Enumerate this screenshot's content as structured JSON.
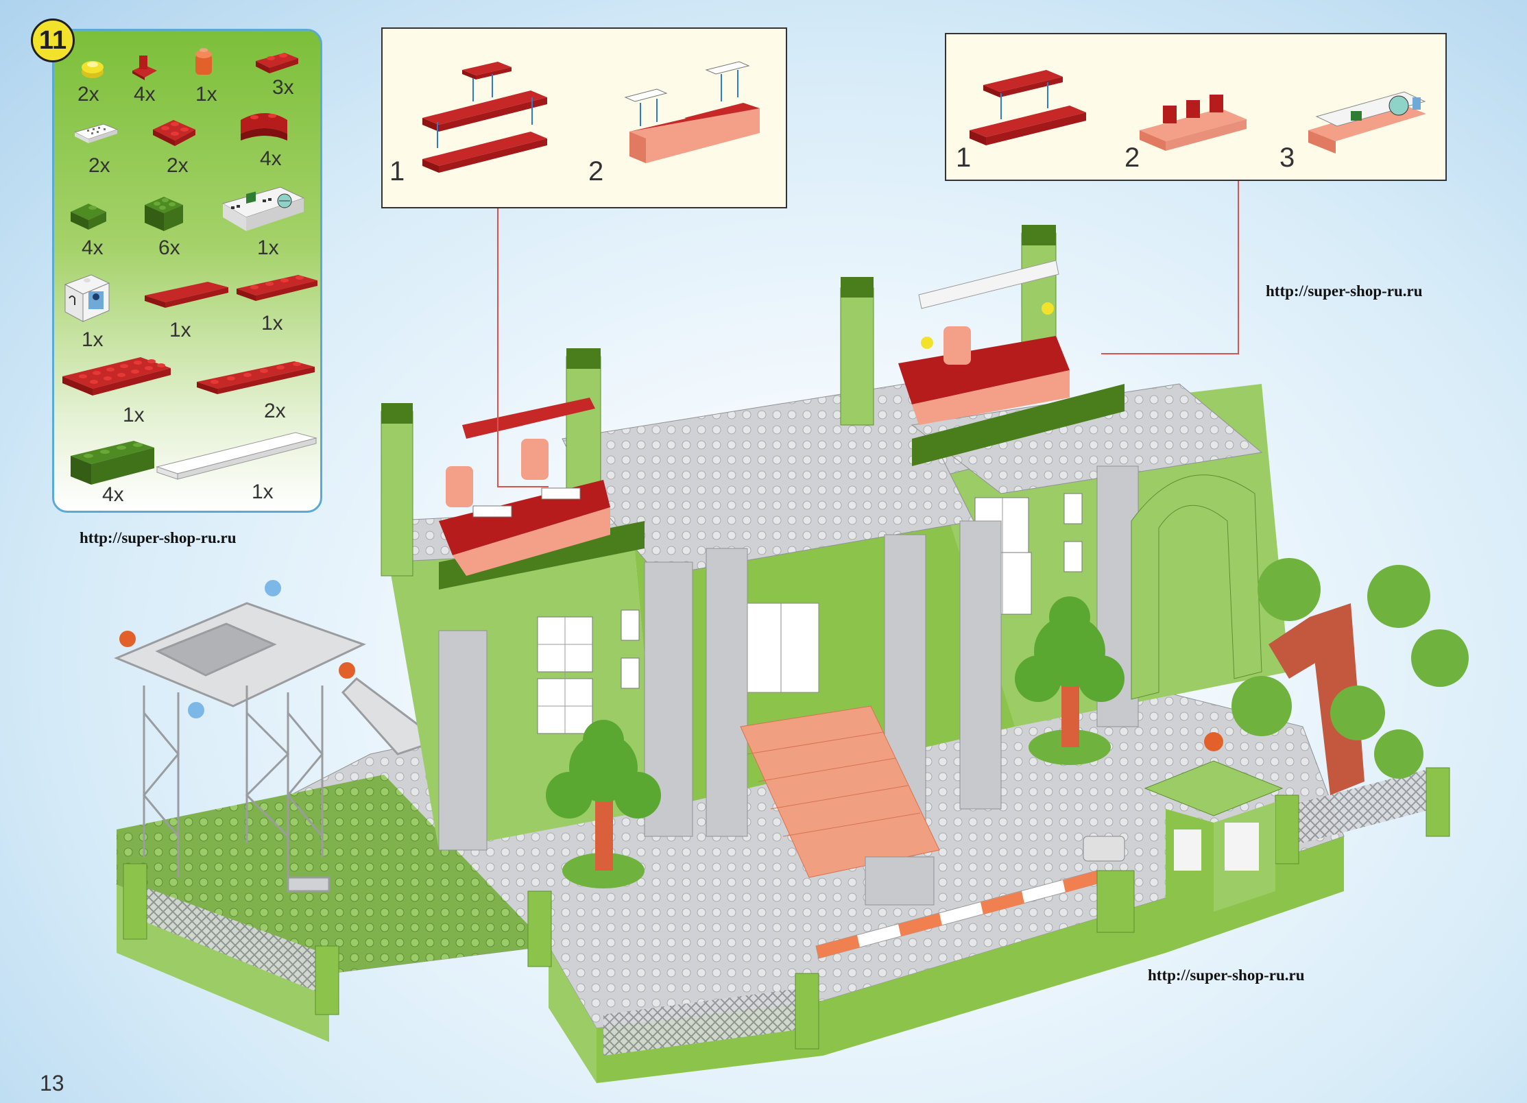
{
  "step_number": "11",
  "parts_list": [
    {
      "qty": "2x",
      "icon": "round-plate-yellow-icon"
    },
    {
      "qty": "4x",
      "icon": "clip-plate-red-icon"
    },
    {
      "qty": "1x",
      "icon": "cone-light-orange-icon"
    },
    {
      "qty": "3x",
      "icon": "plate-1x2-red-icon"
    },
    {
      "qty": "2x",
      "icon": "tile-grille-white-icon"
    },
    {
      "qty": "2x",
      "icon": "plate-2x2-red-icon"
    },
    {
      "qty": "4x",
      "icon": "arch-curved-red-icon"
    },
    {
      "qty": "4x",
      "icon": "slope-green-icon"
    },
    {
      "qty": "6x",
      "icon": "brick-2x2-green-icon"
    },
    {
      "qty": "1x",
      "icon": "control-panel-slope-icon"
    },
    {
      "qty": "1x",
      "icon": "pilot-printed-slope-icon"
    },
    {
      "qty": "1x",
      "icon": "tile-1x4-red-icon"
    },
    {
      "qty": "1x",
      "icon": "plate-1x4-red-icon"
    },
    {
      "qty": "1x",
      "icon": "plate-2x6-red-icon"
    },
    {
      "qty": "2x",
      "icon": "plate-1x6-red-icon"
    },
    {
      "qty": "4x",
      "icon": "brick-1x4-green-icon"
    },
    {
      "qty": "1x",
      "icon": "tile-1x8-white-icon"
    }
  ],
  "subassembly_a": {
    "labels": [
      "1",
      "2"
    ]
  },
  "subassembly_b": {
    "labels": [
      "1",
      "2",
      "3"
    ]
  },
  "watermarks": [
    "http://super-shop-ru.ru",
    "http://super-shop-ru.ru",
    "http://super-shop-ru.ru"
  ],
  "page_number": "13",
  "colors": {
    "red": "#b71c1c",
    "green": "#8cc34a",
    "dark_green": "#4a7d1c",
    "grey": "#c7c9cc",
    "salmon": "#f08868",
    "panel_border": "#5aa9d6"
  }
}
